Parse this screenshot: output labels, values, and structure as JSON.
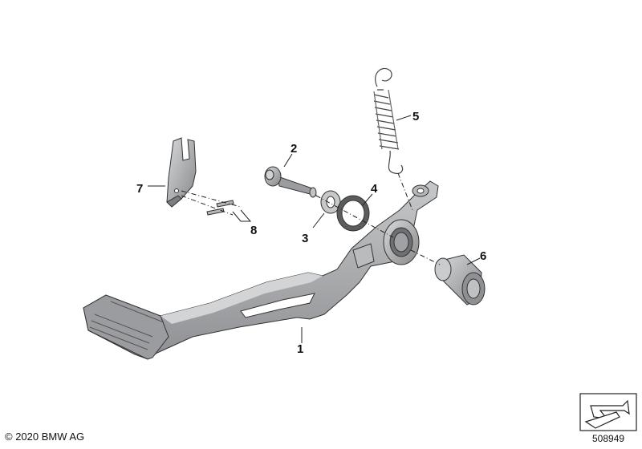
{
  "parts": [
    {
      "number": "1",
      "part": "brake-pedal"
    },
    {
      "number": "2",
      "part": "bolt"
    },
    {
      "number": "3",
      "part": "washer"
    },
    {
      "number": "4",
      "part": "o-ring"
    },
    {
      "number": "5",
      "part": "tension-spring"
    },
    {
      "number": "6",
      "part": "bushing"
    },
    {
      "number": "7",
      "part": "bracket"
    },
    {
      "number": "8",
      "part": "screws"
    }
  ],
  "footer": {
    "copyright": "© 2020 BMW AG",
    "diagram_number": "508949"
  },
  "icons": {
    "nav": "return-arrow-icon"
  },
  "colors": {
    "part_fill": "#a7a9ac",
    "part_dark": "#7b7d80",
    "part_light": "#cfd1d3",
    "line": "#222222"
  }
}
